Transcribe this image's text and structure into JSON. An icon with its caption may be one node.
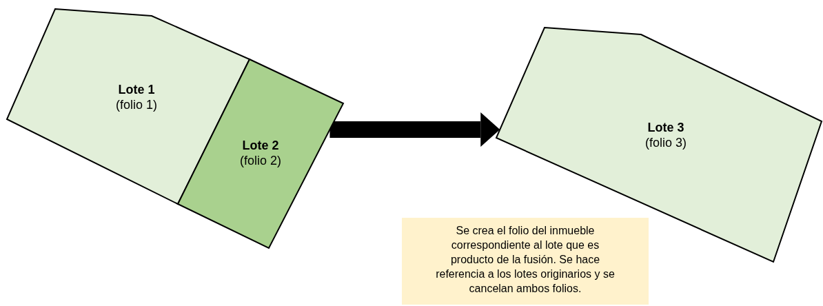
{
  "diagram": {
    "nodes": [
      {
        "text": [
          "Lote 1",
          "(folio 1)"
        ]
      },
      {
        "text": [
          "Lote 2",
          "(folio 2)"
        ]
      },
      {
        "text": [
          "Lote 3",
          "(folio 3)"
        ]
      },
      {
        "text": [
          "Se crea el folio del inmueble correspondiente al lote que es producto de la fusión. Se hace referencia a los lotes originarios y se cancelan ambos folios."
        ]
      }
    ],
    "edges": [
      {
        "from": 1,
        "to": 2,
        "arrow": "to"
      }
    ]
  }
}
